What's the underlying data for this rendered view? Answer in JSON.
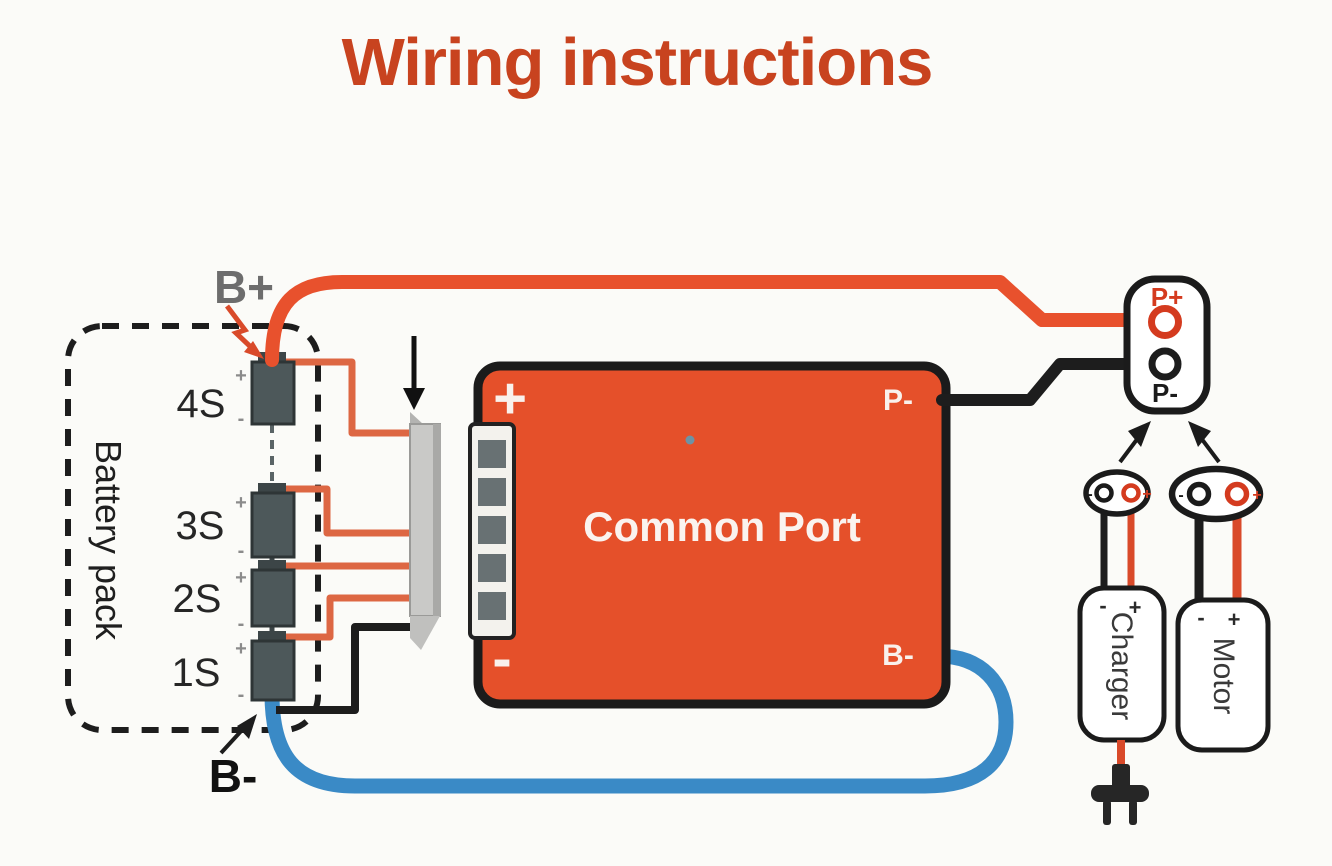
{
  "title": "Wiring instructions",
  "symbols": {
    "plus": "+",
    "minus": "-"
  },
  "battery_pack": {
    "label": "Battery pack",
    "b_plus_label": "B+",
    "b_minus_label": "B-",
    "cells": [
      {
        "label": "4S"
      },
      {
        "label": "3S"
      },
      {
        "label": "2S"
      },
      {
        "label": "1S"
      }
    ]
  },
  "bms_board": {
    "title": "Common Port",
    "plus_mark": "+",
    "minus_mark": "-",
    "p_minus_label": "P-",
    "b_minus_label": "B-"
  },
  "discharge_connector": {
    "p_plus_label": "P+",
    "p_minus_label": "P-"
  },
  "charger": {
    "label": "Charger"
  },
  "motor": {
    "label": "Motor"
  },
  "colors": {
    "title_text": "#c8431f",
    "board_fill": "#e5502a",
    "main_wire_red": "#e8512d",
    "balance_wire_red": "#dd6743",
    "wire_blue": "#3a8ac6",
    "wire_black": "#1d1d1d",
    "cell_fill": "#4d585a",
    "connector_gray": "#c9c9c7"
  }
}
